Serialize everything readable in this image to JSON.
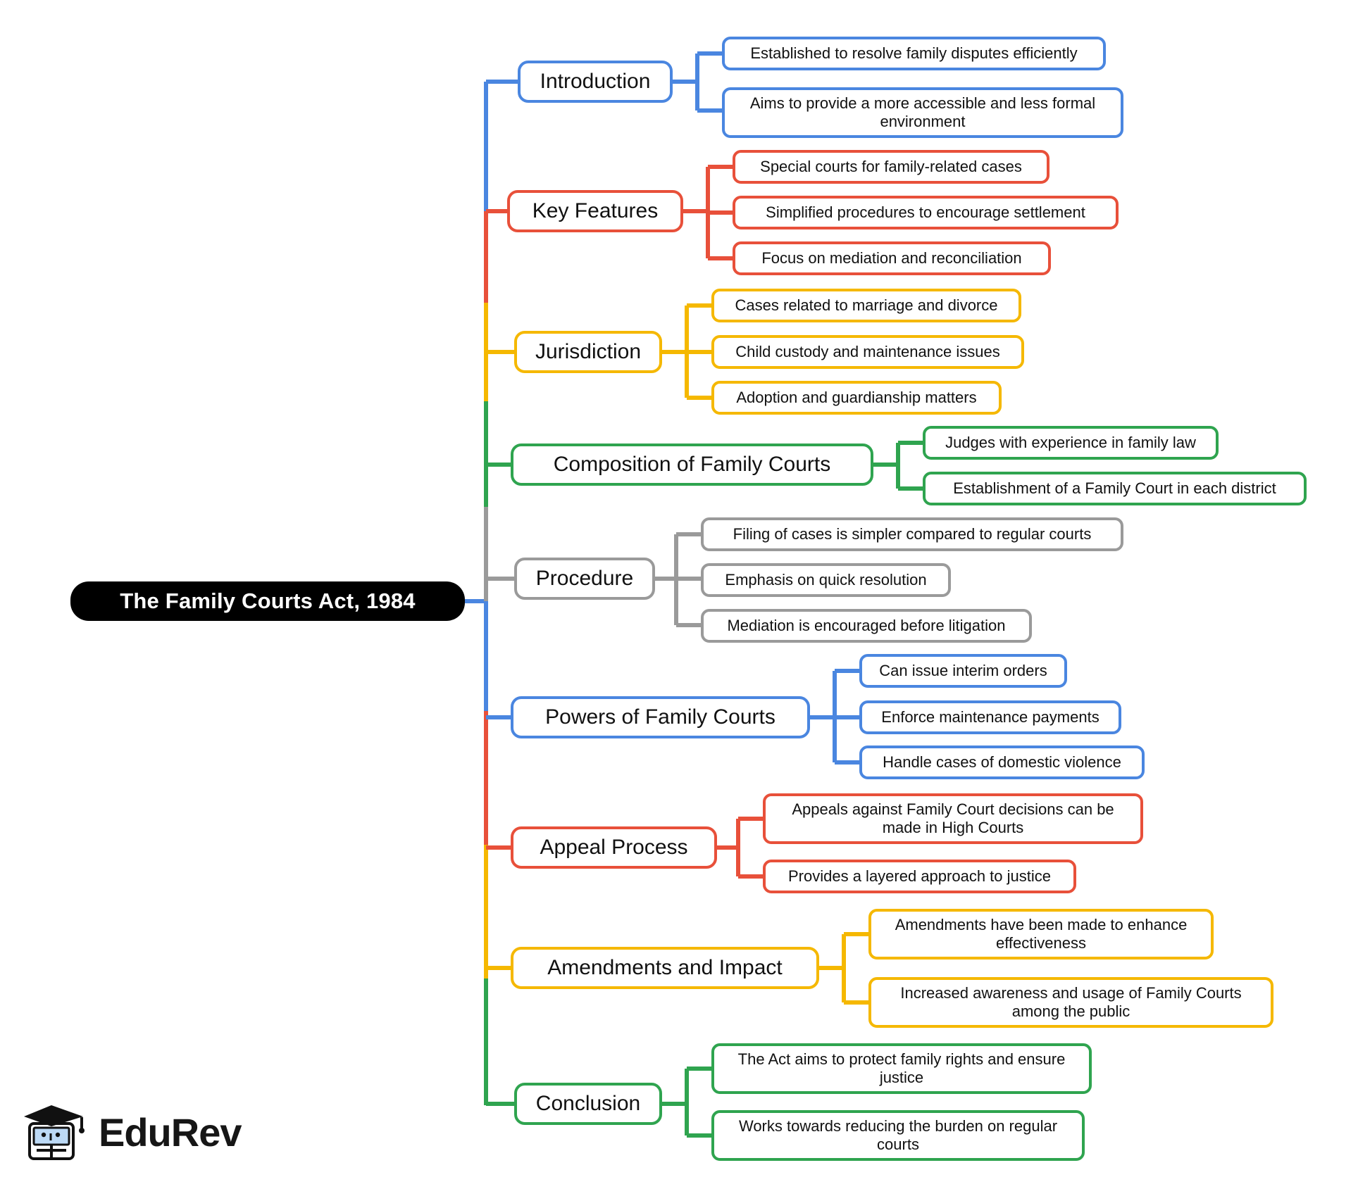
{
  "title": "The Family Courts Act, 1984",
  "colors": {
    "root_bg": "#000000",
    "root_text": "#ffffff",
    "blue": "#4a86e0",
    "red": "#e8503a",
    "yellow": "#f5b800",
    "green": "#2fa44f",
    "gray": "#9a9a9a",
    "leaf_text": "#111111",
    "page_bg": "#ffffff"
  },
  "brand": {
    "name": "EduRev",
    "icon": "graduation-cap-book-icon"
  },
  "chart_data": {
    "type": "mindmap",
    "title": "The Family Courts Act, 1984",
    "root": "The Family Courts Act, 1984",
    "branches": [
      {
        "label": "Introduction",
        "color": "#4a86e0",
        "children": [
          "Established to resolve family disputes efficiently",
          "Aims to provide a more accessible and less formal environment"
        ]
      },
      {
        "label": "Key Features",
        "color": "#e8503a",
        "children": [
          "Special courts for family-related cases",
          "Simplified procedures to encourage settlement",
          "Focus on mediation and reconciliation"
        ]
      },
      {
        "label": "Jurisdiction",
        "color": "#f5b800",
        "children": [
          "Cases related to marriage and divorce",
          "Child custody and maintenance issues",
          "Adoption and guardianship matters"
        ]
      },
      {
        "label": "Composition of Family Courts",
        "color": "#2fa44f",
        "children": [
          "Judges with experience in family law",
          "Establishment of a Family Court in each district"
        ]
      },
      {
        "label": "Procedure",
        "color": "#9a9a9a",
        "children": [
          "Filing of cases is simpler compared to regular courts",
          "Emphasis on quick resolution",
          "Mediation is encouraged before litigation"
        ]
      },
      {
        "label": "Powers of Family Courts",
        "color": "#4a86e0",
        "children": [
          "Can issue interim orders",
          "Enforce maintenance payments",
          "Handle cases of domestic violence"
        ]
      },
      {
        "label": "Appeal Process",
        "color": "#e8503a",
        "children": [
          "Appeals against Family Court decisions can be made in High Courts",
          "Provides a layered approach to justice"
        ]
      },
      {
        "label": "Amendments and Impact",
        "color": "#f5b800",
        "children": [
          "Amendments have been made to enhance effectiveness",
          "Increased awareness and usage of Family Courts among the public"
        ]
      },
      {
        "label": "Conclusion",
        "color": "#2fa44f",
        "children": [
          "The Act aims to protect family rights and ensure justice",
          "Works towards reducing the burden on regular courts"
        ]
      }
    ]
  }
}
